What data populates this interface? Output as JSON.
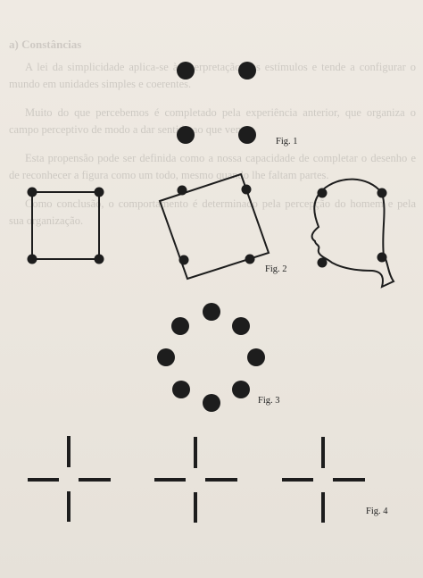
{
  "page": {
    "ghost_heading": "a) Constâncias",
    "ghost_paragraphs": [
      "A lei da simplicidade aplica-se à interpretação dos estímulos e tende a configurar o mundo em unidades simples e coerentes.",
      "Muito do que percebemos é completado pela experiência anterior, que organiza o campo perceptivo de modo a dar sentido ao que vemos.",
      "Esta propensão pode ser definida como a nossa capacidade de completar o desenho e de reconhecer a figura como um todo, mesmo quando lhe faltam partes.",
      "Como conclusão, o comportamento é determinado pela percepção do homem e pela sua organização."
    ]
  },
  "figures": {
    "fig1": {
      "caption": "Fig. 1"
    },
    "fig2": {
      "caption": "Fig. 2"
    },
    "fig3": {
      "caption": "Fig. 3"
    },
    "fig4": {
      "caption": "Fig. 4"
    }
  },
  "colors": {
    "dot": "#1d1d1d",
    "line": "#1d1d1d",
    "paper": "#ebe6de"
  }
}
